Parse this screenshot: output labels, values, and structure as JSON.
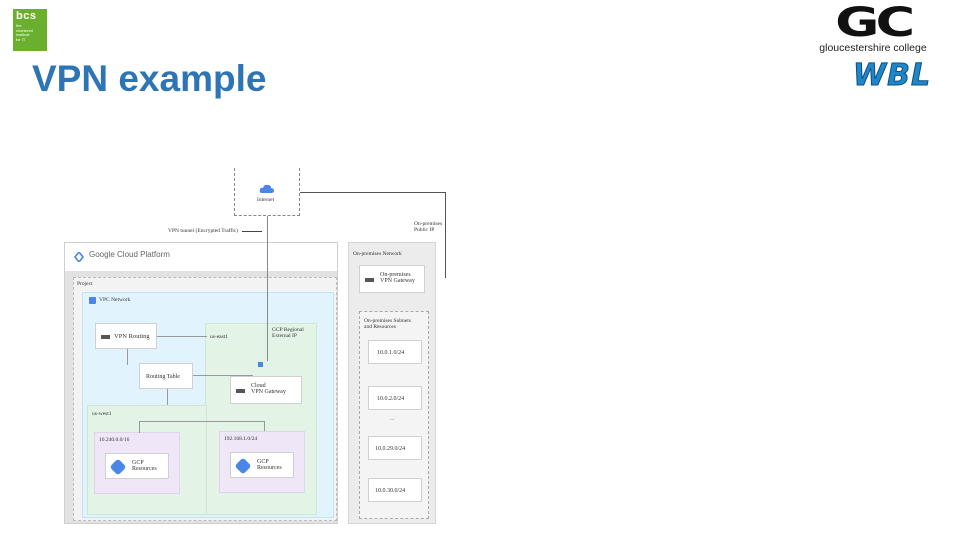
{
  "slide": {
    "title": "VPN example"
  },
  "logos": {
    "bcs": {
      "mark": "bcs",
      "tagline": "the\nchartered\ninstitute\nfor IT",
      "color": "#6AAF2E"
    },
    "gc": {
      "mark": "GC",
      "name": "gloucestershire college"
    },
    "wbl": {
      "mark": "WBL",
      "color": "#1F86C8"
    }
  },
  "diagram": {
    "internet_label": "Internet",
    "vpn_tunnel_label": "VPN tunnel (Encrypted Traffic)",
    "onprem_public_ip_label": "On-premises\nPublic IP",
    "gcp_title": "Google Cloud Platform",
    "project_label": "Project",
    "vpc_label": "VPC Network",
    "vpn_routing_label": "VPN Routing",
    "region_east_label": "us-east1",
    "gcp_external_ip_label": "GCP Regional\nExternal IP",
    "routing_table_label": "Routing Table",
    "cloud_vpn_gateway_label": "Cloud\nVPN Gateway",
    "region_west_label": "us-west1",
    "subnet_a_label": "10.240.0.0/16",
    "subnet_b_label": "192.168.1.0/24",
    "gcp_resources_a": "GCP\nResources",
    "gcp_resources_b": "GCP\nResources",
    "onprem_network_label": "On-premises Network",
    "onprem_vpn_gateway_label": "On-premises\nVPN Gateway",
    "onprem_subnets_label": "On-premises Subnets\nand Resources",
    "subnets": [
      "10.0.1.0/24",
      "10.0.2.0/24",
      "10.0.29.0/24",
      "10.0.30.0/24"
    ],
    "ellipsis": "...",
    "colors": {
      "gcp_outer": "#e0e0e0",
      "project": "#f3f3f3",
      "vpc": "#e1f3fc",
      "region": "#e3f3e6",
      "subnet": "#efe6f7",
      "onprem": "#eeeeee",
      "accent": "#4A86E8"
    }
  }
}
